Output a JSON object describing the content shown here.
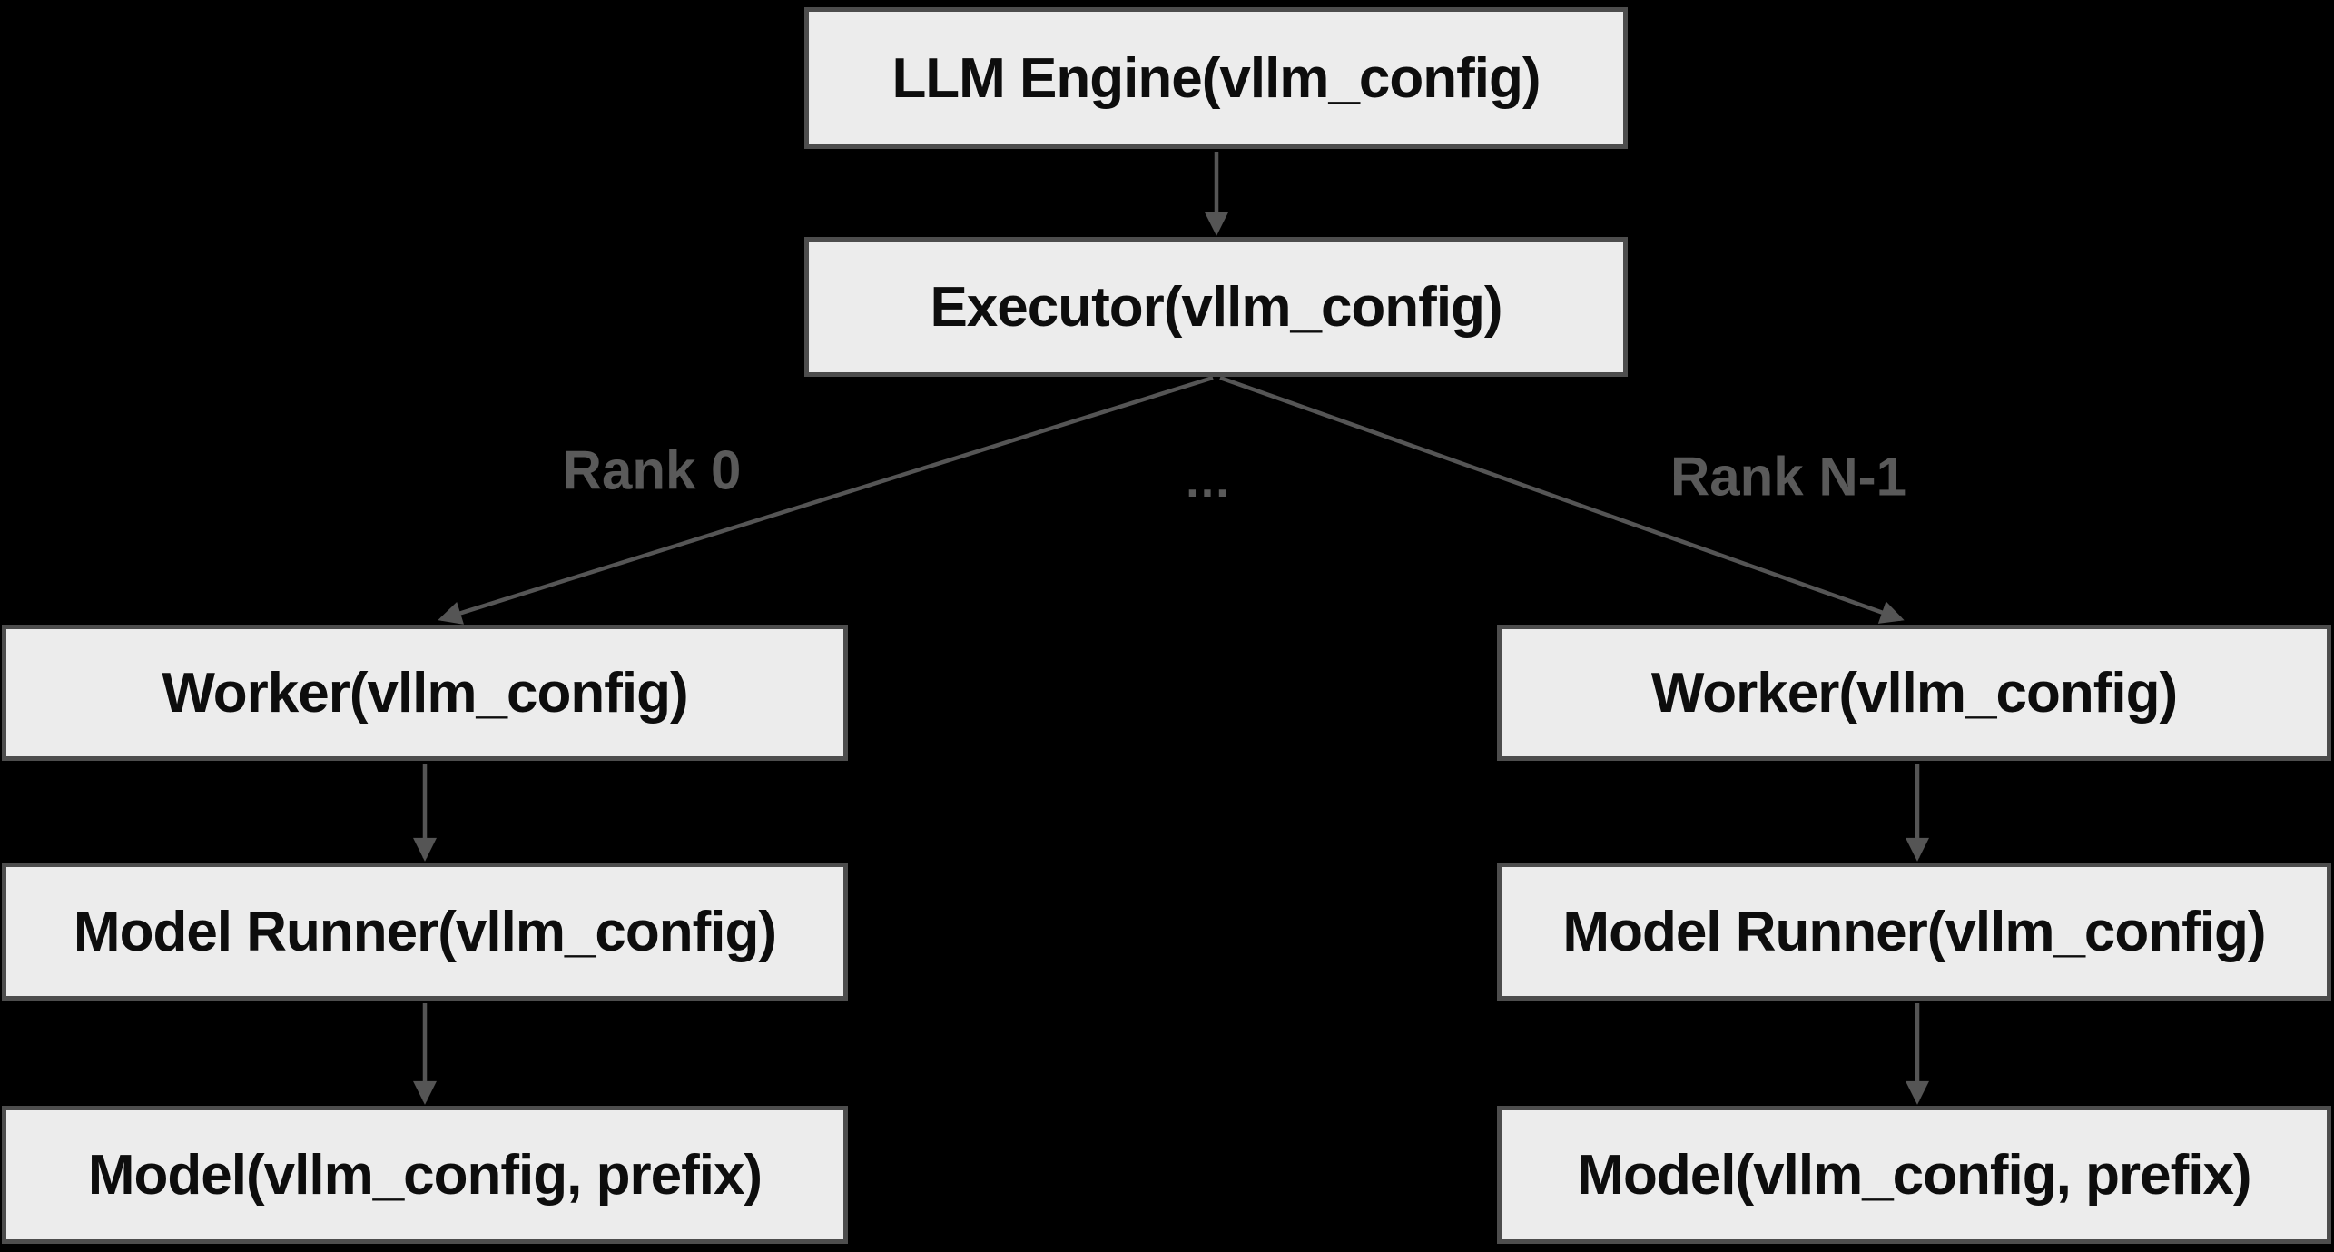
{
  "colors": {
    "background": "#000000",
    "node_fill": "#ececec",
    "node_border": "#4d4d4d",
    "node_text": "#0d0d0d",
    "edge": "#555555",
    "edge_label": "#5a5a5a"
  },
  "nodes": {
    "llm_engine": {
      "label": "LLM Engine(vllm_config)"
    },
    "executor": {
      "label": "Executor(vllm_config)"
    },
    "worker_left": {
      "label": "Worker(vllm_config)"
    },
    "model_runner_left": {
      "label": "Model Runner(vllm_config)"
    },
    "model_left": {
      "label": "Model(vllm_config, prefix)"
    },
    "worker_right": {
      "label": "Worker(vllm_config)"
    },
    "model_runner_right": {
      "label": "Model Runner(vllm_config)"
    },
    "model_right": {
      "label": "Model(vllm_config, prefix)"
    }
  },
  "edge_labels": {
    "rank_0": "Rank 0",
    "ellipsis": "…",
    "rank_n_1": "Rank N-1"
  },
  "edges": [
    {
      "from": "llm_engine",
      "to": "executor",
      "label": ""
    },
    {
      "from": "executor",
      "to": "worker_left",
      "label": "Rank 0"
    },
    {
      "from": "executor",
      "to": "worker_right",
      "label": "Rank N-1"
    },
    {
      "from": "worker_left",
      "to": "model_runner_left",
      "label": ""
    },
    {
      "from": "model_runner_left",
      "to": "model_left",
      "label": ""
    },
    {
      "from": "worker_right",
      "to": "model_runner_right",
      "label": ""
    },
    {
      "from": "model_runner_right",
      "to": "model_right",
      "label": ""
    }
  ]
}
